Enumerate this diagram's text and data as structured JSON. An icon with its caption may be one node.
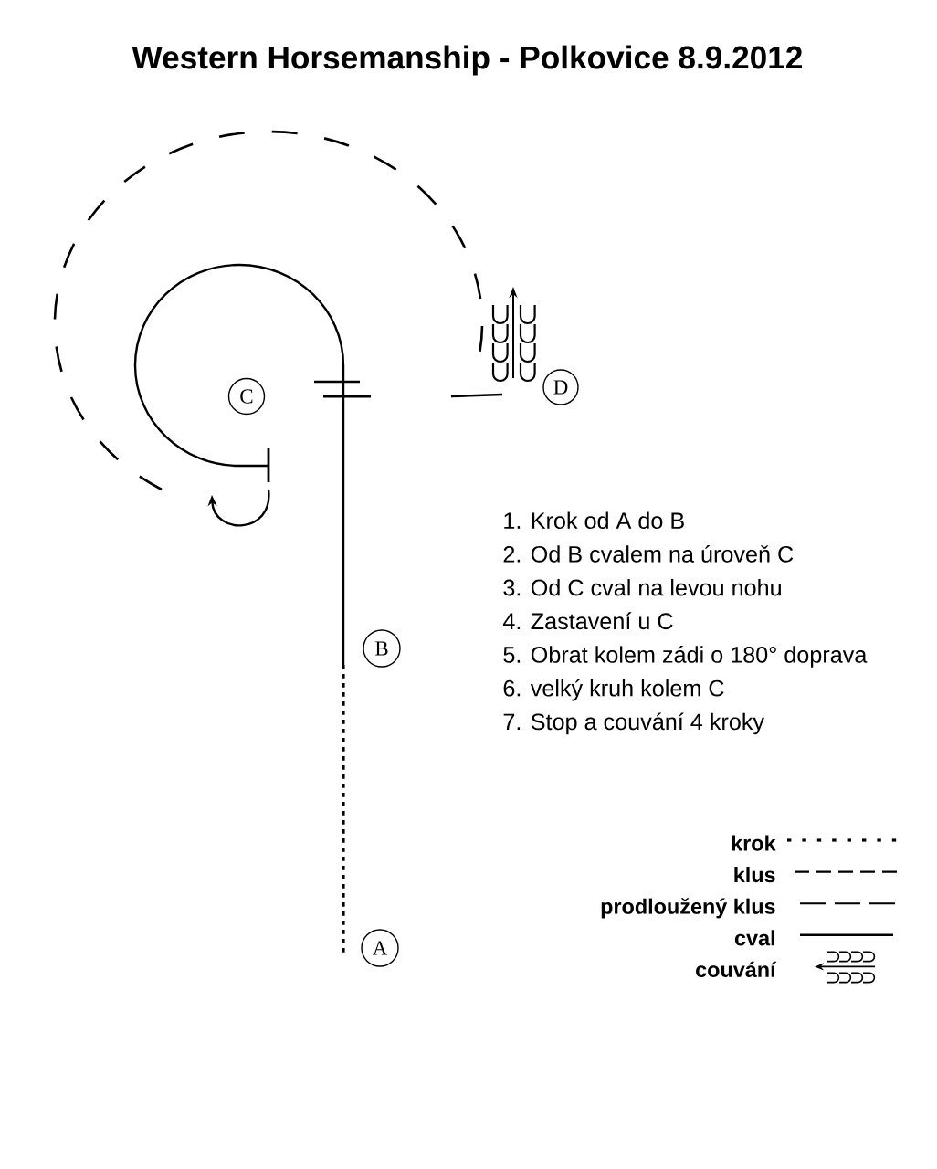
{
  "diagram": {
    "title": "Western Horsemanship - Polkovice 8.9.2012",
    "nodes": [
      {
        "text": [
          "C"
        ]
      },
      {
        "text": [
          "D"
        ]
      },
      {
        "text": [
          "B"
        ]
      },
      {
        "text": [
          "A"
        ]
      }
    ],
    "labels": [
      "1. Krok od A do B",
      "2. Od B cvalem na úroveň C",
      "3. Od C cval na levou nohu",
      "4. Zastavení u C",
      "5. Obrat kolem zádi o 180° doprava",
      "6. velký kruh kolem C",
      "7. Stop a couvání 4 kroky"
    ],
    "legend": [
      {
        "text": "krok"
      },
      {
        "text": "klus"
      },
      {
        "text": "prodloužený klus"
      },
      {
        "text": "cval"
      },
      {
        "text": "couvání"
      }
    ]
  }
}
